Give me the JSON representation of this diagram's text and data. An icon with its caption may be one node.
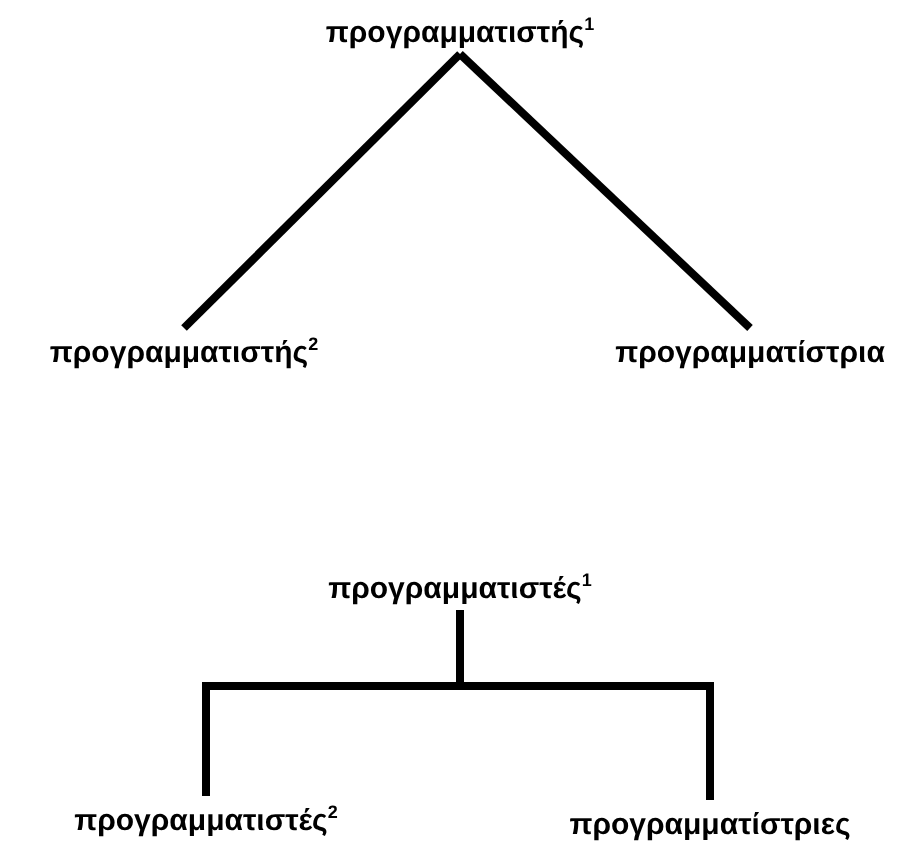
{
  "diagram": {
    "nodes": [
      {
        "text": [
          "προγραμματιστής$^{1}$"
        ]
      },
      {
        "text": [
          "προγραμματιστής$^{2}$"
        ]
      },
      {
        "text": [
          "προγραμματίστρια"
        ]
      },
      {
        "text": [
          "προγραμματιστές$^{1}$"
        ]
      },
      {
        "text": [
          "προγραμματιστές$^{2}$"
        ]
      },
      {
        "text": [
          "προγραμματίστριες"
        ]
      }
    ],
    "edges": [
      {
        "from": 0,
        "to": 1,
        "arrow": "none"
      },
      {
        "from": 0,
        "to": 2,
        "arrow": "none"
      },
      {
        "from": 3,
        "to": 4,
        "arrow": "none"
      },
      {
        "from": 3,
        "to": 5,
        "arrow": "none"
      }
    ]
  }
}
